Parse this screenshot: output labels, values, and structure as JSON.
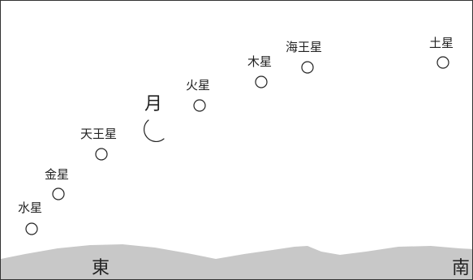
{
  "colors": {
    "ground": "#c8c8c8",
    "planet_stroke": "#222222",
    "frame": "#333333"
  },
  "icons": {
    "planet": "circle-outline",
    "moon": "crescent"
  },
  "bodies": {
    "mercury": "水星",
    "venus": "金星",
    "uranus": "天王星",
    "moon": "月",
    "mars": "火星",
    "jupiter": "木星",
    "neptune": "海王星",
    "saturn": "土星"
  },
  "directions": {
    "east": "東",
    "south": "南"
  }
}
